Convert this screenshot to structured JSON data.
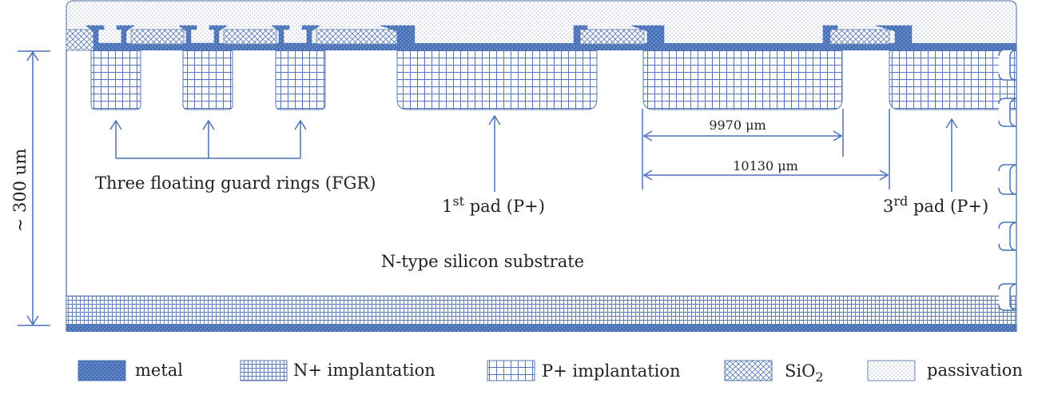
{
  "labels": {
    "thickness": "~ 300 um",
    "fgr": "Three floating guard rings (FGR)",
    "pad1_main": "1",
    "pad1_sup": "st",
    "pad1_rest": " pad (P+)",
    "pad3_main": "3",
    "pad3_sup": "rd",
    "pad3_rest": " pad (P+)",
    "substrate": "N-type silicon substrate",
    "dim1": "9970 μm",
    "dim2": "10130 μm"
  },
  "legend": [
    {
      "key": "metal",
      "label": "metal",
      "sub": ""
    },
    {
      "key": "nplus",
      "label": "N+ implantation",
      "sub": ""
    },
    {
      "key": "pplus",
      "label": "P+ implantation",
      "sub": ""
    },
    {
      "key": "sio2",
      "label": "SiO",
      "sub": "2"
    },
    {
      "key": "passivation",
      "label": "passivation",
      "sub": ""
    }
  ],
  "colors": {
    "accent": "#4a72b8",
    "metal": "#4a72b8",
    "outline": "#6b86b5",
    "text": "#222222"
  }
}
